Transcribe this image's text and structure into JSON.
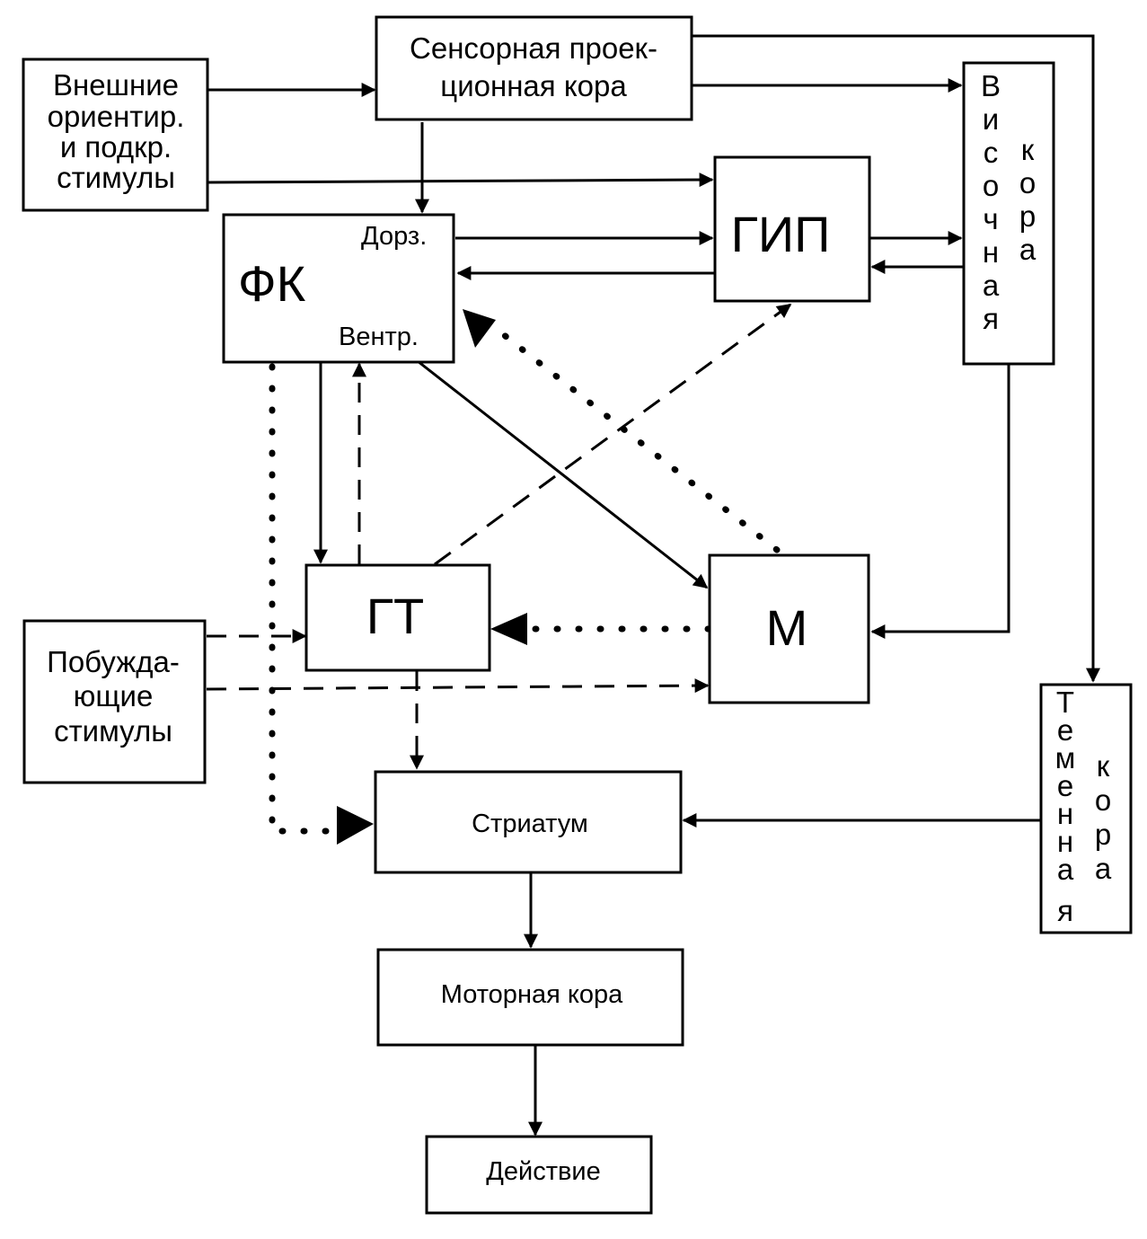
{
  "nodes": {
    "sensory_cortex": {
      "lines": [
        "Сенсорная проек-",
        "ционная кора"
      ]
    },
    "external_stimuli": {
      "lines": [
        "Внешние",
        "ориентир.",
        "и подкр.",
        "стимулы"
      ]
    },
    "fk": {
      "label": "ФК",
      "dorsal": "Дорз.",
      "ventral": "Вентр."
    },
    "gip": {
      "label": "ГИП"
    },
    "temporal_cortex": {
      "col1": [
        "В",
        "и",
        "с",
        "о",
        "ч",
        "н",
        "а",
        "я"
      ],
      "col2": [
        "к",
        "о",
        "р",
        "а"
      ]
    },
    "gt": {
      "label": "ГТ"
    },
    "m": {
      "label": "М"
    },
    "motivating_stimuli": {
      "lines": [
        "Побужда-",
        "ющие",
        "стимулы"
      ]
    },
    "parietal_cortex": {
      "col1": [
        "Т",
        "е",
        "м",
        "е",
        "н",
        "н",
        "а",
        "я"
      ],
      "col2": [
        "к",
        "о",
        "р",
        "а"
      ]
    },
    "striatum": {
      "label": "Стриатум"
    },
    "motor_cortex": {
      "label": "Моторная кора"
    },
    "action": {
      "label": "Действие"
    }
  },
  "line_styles": {
    "solid": "#000000",
    "dashed": "#000000",
    "dotted": "#000000"
  }
}
